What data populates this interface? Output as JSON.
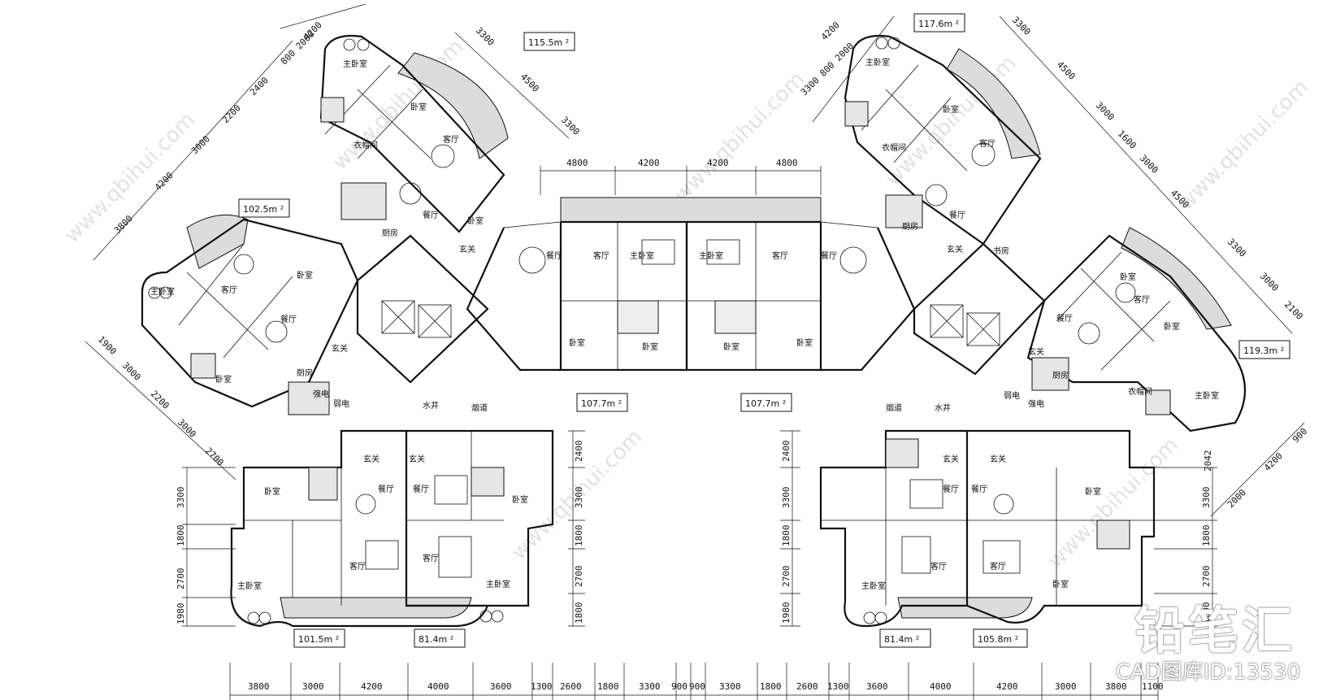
{
  "watermark": {
    "text": "www.qbihui.com"
  },
  "brand": {
    "logo_text": "铅笔汇",
    "caption": "CAD图库ID:13530"
  },
  "areas": [
    "115.5m ²",
    "117.6m ²",
    "102.5m ²",
    "119.3m ²",
    "107.7m ²",
    "107.7m ²",
    "101.5m ²",
    "81.4m ²",
    "81.4m ²",
    "105.8m ²"
  ],
  "top_dims": [
    "4800",
    "4200",
    "4200",
    "4800"
  ],
  "bottom_dims": [
    "3800",
    "3000",
    "4200",
    "4000",
    "3600",
    "1300",
    "2600",
    "1800",
    "3300",
    "900",
    "900",
    "3300",
    "1800",
    "2600",
    "1300",
    "3600",
    "4000",
    "4200",
    "3000",
    "3800",
    "1100"
  ],
  "left_vertical_dims": [
    "3300",
    "1800",
    "2700",
    "1980"
  ],
  "inner_left_dims": [
    "2400",
    "3300",
    "1800",
    "2700",
    "1800"
  ],
  "inner_right_dims": [
    "2400",
    "3300",
    "1800",
    "2700",
    "1980"
  ],
  "right_vertical_dims": [
    "3300",
    "1800",
    "2700",
    "1800"
  ],
  "upper_left_diag_dims": [
    "4200",
    "800 2000",
    "2400",
    "2200",
    "3000",
    "4200",
    "3800"
  ],
  "upper_left_diag_dims2": [
    "3300",
    "4500",
    "3300"
  ],
  "lower_left_diag_dims": [
    "1900",
    "3000",
    "2200",
    "3000",
    "2700"
  ],
  "upper_right_diag_dims": [
    "4200",
    "3300 800 2000"
  ],
  "upper_right_diag_dims2": [
    "3300",
    "4500",
    "3000",
    "1600",
    "3000",
    "4500",
    "3300",
    "3000",
    "2100"
  ],
  "lower_right_diag_dims": [
    "900",
    "4200",
    "2000",
    "2042"
  ],
  "rooms": {
    "master_bedroom": "主卧室",
    "bedroom": "卧室",
    "living": "客厅",
    "dining": "餐厅",
    "kitchen": "厨房",
    "foyer": "玄关",
    "study": "书房",
    "closet": "衣帽间",
    "water_well": "水井",
    "smoke_duct": "烟道",
    "elec_well": "强电",
    "weak_elec": "弱电"
  }
}
